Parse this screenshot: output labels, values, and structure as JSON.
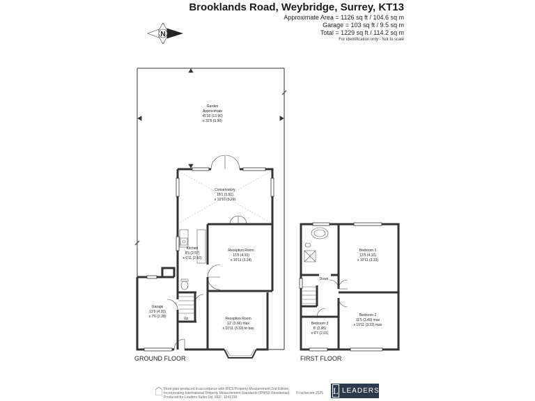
{
  "header": {
    "address": "Brooklands Road, Weybridge, Surrey, KT13",
    "approx_area": "Approximate Area = 1126 sq ft / 104.6 sq m",
    "garage_area": "Garage = 103 sq ft / 9.5 sq m",
    "total_area": "Total = 1229 sq ft / 114.2 sq m",
    "note": "For identification only - Not to scale"
  },
  "compass": {
    "letter": "N"
  },
  "rooms": {
    "garden": {
      "name": "Garden",
      "l2": "Approximate",
      "l3": "45'10 (13.96)",
      "l4": "x 32'6 (9.90)"
    },
    "conservatory": {
      "name": "Conservatory",
      "l2": "18'1 (5.51)",
      "l3": "x 10'10 (3.29)"
    },
    "kitchen": {
      "name": "Kitchen",
      "l2": "8'5 (2.57)",
      "l3": "x 6'11 (2.10)"
    },
    "reception1": {
      "name": "Reception Room",
      "l2": "13'5 (4.10)",
      "l3": "x 10'11 (3.34)"
    },
    "reception2": {
      "name": "Reception Room",
      "l2": "12' (3.66) max",
      "l3": "x 10'11 (3.33) to bay"
    },
    "garage": {
      "name": "Garage",
      "l2": "13'9 (4.20)",
      "l3": "x 7'6 (2.28)"
    },
    "up": "Up",
    "down": "Down",
    "bedroom1": {
      "name": "Bedroom 1",
      "l2": "13'5 (4.10)",
      "l3": "x 10'11 (3.33)"
    },
    "bedroom2": {
      "name": "Bedroom 2",
      "l2": "11'5 (3.49) max",
      "l3": "x 10'11 (3.33) max"
    },
    "bedroom3": {
      "name": "Bedroom 3",
      "l2": "8' (2.45)",
      "l3": "x 6'7 (2.01)"
    }
  },
  "floors": {
    "ground": "GROUND FLOOR",
    "first": "FIRST FLOOR"
  },
  "footer": {
    "line1": "Floor plan produced in accordance with RICS Property Measurement 2nd Edition,",
    "line2": "Incorporating International Property Measurement Standards (IPMS2 Residential).",
    "line3": "Produced for Leaders Sales Ltd.   REF: 1241730",
    "copyright": "© nichecom 2025",
    "logo_letter": "L",
    "logo_name": "LEADERS"
  }
}
